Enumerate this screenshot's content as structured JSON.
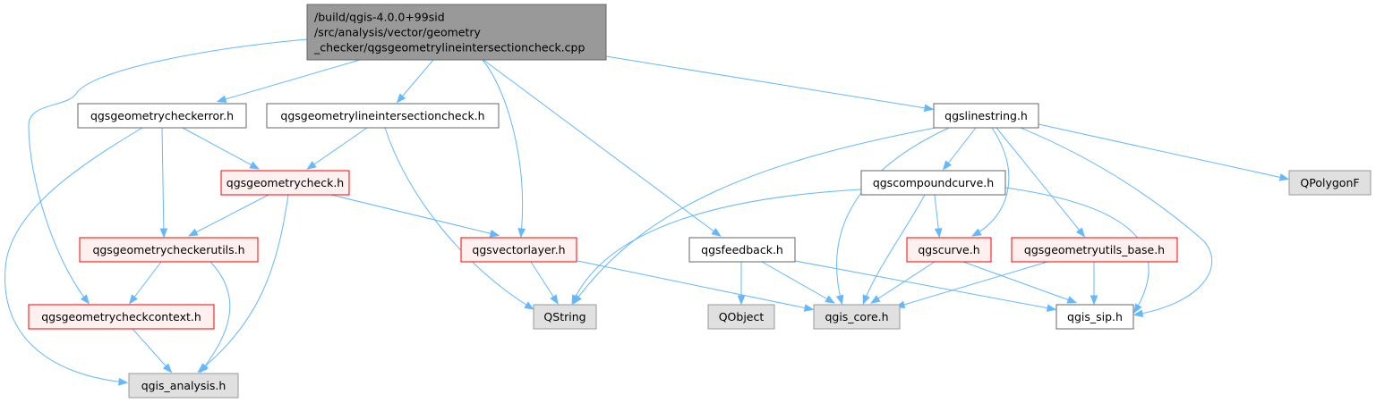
{
  "colors": {
    "edge": "#63b8ff",
    "root_fill": "#999999",
    "root_stroke": "#666666",
    "plain_fill": "#ffffff",
    "plain_stroke": "#666666",
    "red_fill": "#fff0f0",
    "red_stroke": "#ff0000",
    "gray_fill": "#e0e0e0",
    "gray_stroke": "#999999"
  },
  "nodes": {
    "root": {
      "lines": [
        "/build/qgis-4.0.0+99sid",
        "/src/analysis/vector/geometry",
        "_checker/qgsgeometrylineintersectioncheck.cpp"
      ],
      "style": "root"
    },
    "checkerror": {
      "lines": [
        "qgsgeometrycheckerror.h"
      ],
      "style": "plain"
    },
    "lineintersection": {
      "lines": [
        "qgsgeometrylineintersectioncheck.h"
      ],
      "style": "plain"
    },
    "linestring": {
      "lines": [
        "qgslinestring.h"
      ],
      "style": "plain"
    },
    "geometrycheck": {
      "lines": [
        "qgsgeometrycheck.h"
      ],
      "style": "red"
    },
    "compoundcurve": {
      "lines": [
        "qgscompoundcurve.h"
      ],
      "style": "plain"
    },
    "qpolygonf": {
      "lines": [
        "QPolygonF"
      ],
      "style": "gray"
    },
    "checkerutils": {
      "lines": [
        "qgsgeometrycheckerutils.h"
      ],
      "style": "red"
    },
    "vectorlayer": {
      "lines": [
        "qgsvectorlayer.h"
      ],
      "style": "red"
    },
    "feedback": {
      "lines": [
        "qgsfeedback.h"
      ],
      "style": "plain"
    },
    "curve": {
      "lines": [
        "qgscurve.h"
      ],
      "style": "red"
    },
    "geomutilsbase": {
      "lines": [
        "qgsgeometryutils_base.h"
      ],
      "style": "red"
    },
    "checkcontext": {
      "lines": [
        "qgsgeometrycheckcontext.h"
      ],
      "style": "red"
    },
    "qstring": {
      "lines": [
        "QString"
      ],
      "style": "gray"
    },
    "qobject": {
      "lines": [
        "QObject"
      ],
      "style": "gray"
    },
    "qgiscore": {
      "lines": [
        "qgis_core.h"
      ],
      "style": "gray"
    },
    "qgissip": {
      "lines": [
        "qgis_sip.h"
      ],
      "style": "plain"
    },
    "qgisanalysis": {
      "lines": [
        "qgis_analysis.h"
      ],
      "style": "gray"
    }
  },
  "edges": [
    [
      "root",
      "checkerror"
    ],
    [
      "root",
      "lineintersection"
    ],
    [
      "root",
      "linestring"
    ],
    [
      "root",
      "vectorlayer"
    ],
    [
      "root",
      "feedback"
    ],
    [
      "root",
      "checkcontext"
    ],
    [
      "checkerror",
      "geometrycheck"
    ],
    [
      "checkerror",
      "checkerutils"
    ],
    [
      "checkerror",
      "qgisanalysis"
    ],
    [
      "lineintersection",
      "geometrycheck"
    ],
    [
      "lineintersection",
      "qstring"
    ],
    [
      "geometrycheck",
      "checkerutils"
    ],
    [
      "geometrycheck",
      "vectorlayer"
    ],
    [
      "geometrycheck",
      "qgisanalysis"
    ],
    [
      "checkerutils",
      "checkcontext"
    ],
    [
      "checkerutils",
      "qgisanalysis"
    ],
    [
      "checkcontext",
      "qgisanalysis"
    ],
    [
      "vectorlayer",
      "qstring"
    ],
    [
      "vectorlayer",
      "qgiscore"
    ],
    [
      "feedback",
      "qobject"
    ],
    [
      "feedback",
      "qgiscore"
    ],
    [
      "feedback",
      "qgissip"
    ],
    [
      "linestring",
      "qstring"
    ],
    [
      "linestring",
      "compoundcurve"
    ],
    [
      "linestring",
      "curve"
    ],
    [
      "linestring",
      "geomutilsbase"
    ],
    [
      "linestring",
      "qpolygonf"
    ],
    [
      "linestring",
      "qgiscore"
    ],
    [
      "linestring",
      "qgissip"
    ],
    [
      "compoundcurve",
      "qstring"
    ],
    [
      "compoundcurve",
      "curve"
    ],
    [
      "compoundcurve",
      "qgiscore"
    ],
    [
      "compoundcurve",
      "qgissip"
    ],
    [
      "curve",
      "qgiscore"
    ],
    [
      "curve",
      "qgissip"
    ],
    [
      "geomutilsbase",
      "qgiscore"
    ],
    [
      "geomutilsbase",
      "qgissip"
    ]
  ]
}
